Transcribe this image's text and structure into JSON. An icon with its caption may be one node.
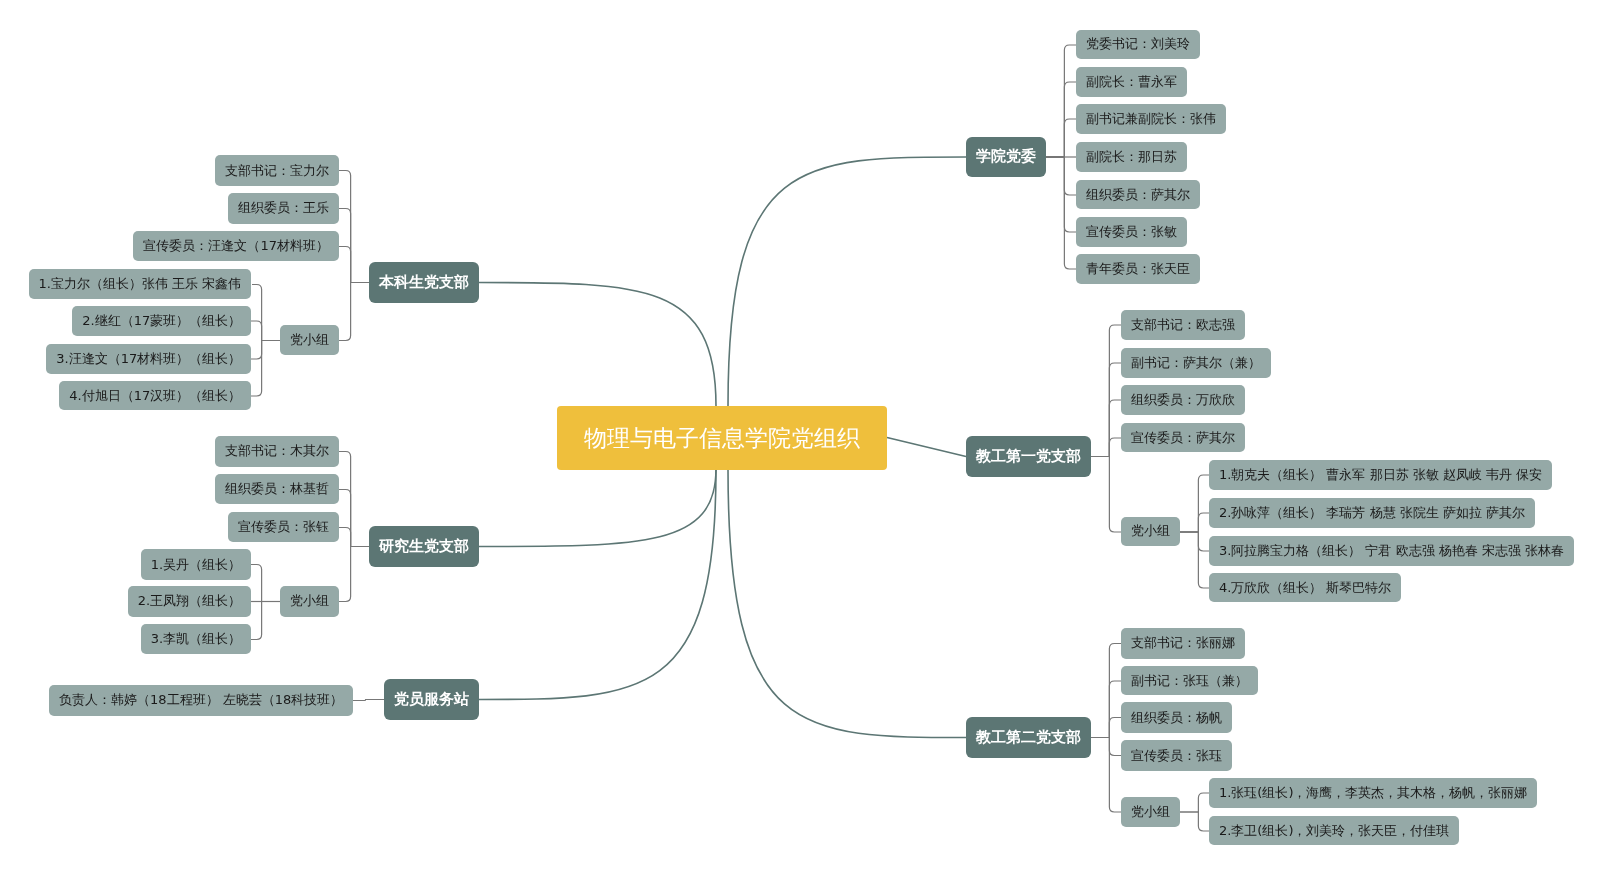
{
  "diagram": {
    "nodes": [
      {
        "text": [
          "物理与电子信息学院党组织"
        ]
      },
      {
        "text": [
          "本科生党支部"
        ]
      },
      {
        "text": [
          "支部书记：宝力尔"
        ]
      },
      {
        "text": [
          "组织委员：王乐"
        ]
      },
      {
        "text": [
          "宣传委员：汪逢文（17材料班）"
        ]
      },
      {
        "text": [
          "党小组"
        ]
      },
      {
        "text": [
          "1.宝力尔（组长）张伟 王乐 宋鑫伟"
        ]
      },
      {
        "text": [
          "2.继红（17蒙班）（组长）"
        ]
      },
      {
        "text": [
          "3.汪逢文（17材料班）（组长）"
        ]
      },
      {
        "text": [
          "4.付旭日（17汉班）（组长）"
        ]
      },
      {
        "text": [
          "研究生党支部"
        ]
      },
      {
        "text": [
          "支部书记：木其尔"
        ]
      },
      {
        "text": [
          "组织委员：林基哲"
        ]
      },
      {
        "text": [
          "宣传委员：张钰"
        ]
      },
      {
        "text": [
          "党小组"
        ]
      },
      {
        "text": [
          "1.吴丹（组长）"
        ]
      },
      {
        "text": [
          "2.王凤翔（组长）"
        ]
      },
      {
        "text": [
          "3.李凯（组长）"
        ]
      },
      {
        "text": [
          "党员服务站"
        ]
      },
      {
        "text": [
          "负责人：韩婷（18工程班） 左晓芸（18科技班）"
        ]
      },
      {
        "text": [
          "学院党委"
        ]
      },
      {
        "text": [
          "党委书记：刘美玲"
        ]
      },
      {
        "text": [
          "副院长：曹永军"
        ]
      },
      {
        "text": [
          "副书记兼副院长：张伟"
        ]
      },
      {
        "text": [
          "副院长：那日苏"
        ]
      },
      {
        "text": [
          "组织委员：萨其尔"
        ]
      },
      {
        "text": [
          "宣传委员：张敏"
        ]
      },
      {
        "text": [
          "青年委员：张天臣"
        ]
      },
      {
        "text": [
          "教工第一党支部"
        ]
      },
      {
        "text": [
          "支部书记：欧志强"
        ]
      },
      {
        "text": [
          "副书记：萨其尔（兼）"
        ]
      },
      {
        "text": [
          "组织委员：万欣欣"
        ]
      },
      {
        "text": [
          "宣传委员：萨其尔"
        ]
      },
      {
        "text": [
          "党小组"
        ]
      },
      {
        "text": [
          "1.朝克夫（组长） 曹永军 那日苏 张敏 赵凤岐 韦丹 保安"
        ]
      },
      {
        "text": [
          "2.孙咏萍（组长） 李瑞芳 杨慧 张院生 萨如拉 萨其尔"
        ]
      },
      {
        "text": [
          "3.阿拉腾宝力格（组长） 宁君 欧志强 杨艳春 宋志强 张林春"
        ]
      },
      {
        "text": [
          "4.万欣欣（组长） 斯琴巴特尔"
        ]
      },
      {
        "text": [
          "教工第二党支部"
        ]
      },
      {
        "text": [
          "支部书记：张丽娜"
        ]
      },
      {
        "text": [
          "副书记：张珏（兼）"
        ]
      },
      {
        "text": [
          "组织委员：杨帆"
        ]
      },
      {
        "text": [
          "宣传委员：张珏"
        ]
      },
      {
        "text": [
          "党小组"
        ]
      },
      {
        "text": [
          "1.张珏(组长)，海鹰，李英杰，其木格，杨帆，张丽娜"
        ]
      },
      {
        "text": [
          "2.李卫(组长)，刘美玲，张天臣，付佳琪"
        ]
      }
    ],
    "edges": [
      {
        "from": 0,
        "to": 1,
        "arrow": "none"
      },
      {
        "from": 1,
        "to": 2,
        "arrow": "none"
      },
      {
        "from": 1,
        "to": 3,
        "arrow": "none"
      },
      {
        "from": 1,
        "to": 4,
        "arrow": "none"
      },
      {
        "from": 1,
        "to": 5,
        "arrow": "none"
      },
      {
        "from": 5,
        "to": 6,
        "arrow": "none"
      },
      {
        "from": 5,
        "to": 7,
        "arrow": "none"
      },
      {
        "from": 5,
        "to": 8,
        "arrow": "none"
      },
      {
        "from": 5,
        "to": 9,
        "arrow": "none"
      },
      {
        "from": 0,
        "to": 10,
        "arrow": "none"
      },
      {
        "from": 10,
        "to": 11,
        "arrow": "none"
      },
      {
        "from": 10,
        "to": 12,
        "arrow": "none"
      },
      {
        "from": 10,
        "to": 13,
        "arrow": "none"
      },
      {
        "from": 10,
        "to": 14,
        "arrow": "none"
      },
      {
        "from": 14,
        "to": 15,
        "arrow": "none"
      },
      {
        "from": 14,
        "to": 16,
        "arrow": "none"
      },
      {
        "from": 14,
        "to": 17,
        "arrow": "none"
      },
      {
        "from": 0,
        "to": 18,
        "arrow": "none"
      },
      {
        "from": 18,
        "to": 19,
        "arrow": "none"
      },
      {
        "from": 0,
        "to": 20,
        "arrow": "none"
      },
      {
        "from": 20,
        "to": 21,
        "arrow": "none"
      },
      {
        "from": 20,
        "to": 22,
        "arrow": "none"
      },
      {
        "from": 20,
        "to": 23,
        "arrow": "none"
      },
      {
        "from": 20,
        "to": 24,
        "arrow": "none"
      },
      {
        "from": 20,
        "to": 25,
        "arrow": "none"
      },
      {
        "from": 20,
        "to": 26,
        "arrow": "none"
      },
      {
        "from": 20,
        "to": 27,
        "arrow": "none"
      },
      {
        "from": 0,
        "to": 28,
        "arrow": "none"
      },
      {
        "from": 28,
        "to": 29,
        "arrow": "none"
      },
      {
        "from": 28,
        "to": 30,
        "arrow": "none"
      },
      {
        "from": 28,
        "to": 31,
        "arrow": "none"
      },
      {
        "from": 28,
        "to": 32,
        "arrow": "none"
      },
      {
        "from": 28,
        "to": 33,
        "arrow": "none"
      },
      {
        "from": 33,
        "to": 34,
        "arrow": "none"
      },
      {
        "from": 33,
        "to": 35,
        "arrow": "none"
      },
      {
        "from": 33,
        "to": 36,
        "arrow": "none"
      },
      {
        "from": 33,
        "to": 37,
        "arrow": "none"
      },
      {
        "from": 0,
        "to": 38,
        "arrow": "none"
      },
      {
        "from": 38,
        "to": 39,
        "arrow": "none"
      },
      {
        "from": 38,
        "to": 40,
        "arrow": "none"
      },
      {
        "from": 38,
        "to": 41,
        "arrow": "none"
      },
      {
        "from": 38,
        "to": 42,
        "arrow": "none"
      },
      {
        "from": 38,
        "to": 43,
        "arrow": "none"
      },
      {
        "from": 43,
        "to": 44,
        "arrow": "none"
      },
      {
        "from": 43,
        "to": 45,
        "arrow": "none"
      }
    ]
  }
}
